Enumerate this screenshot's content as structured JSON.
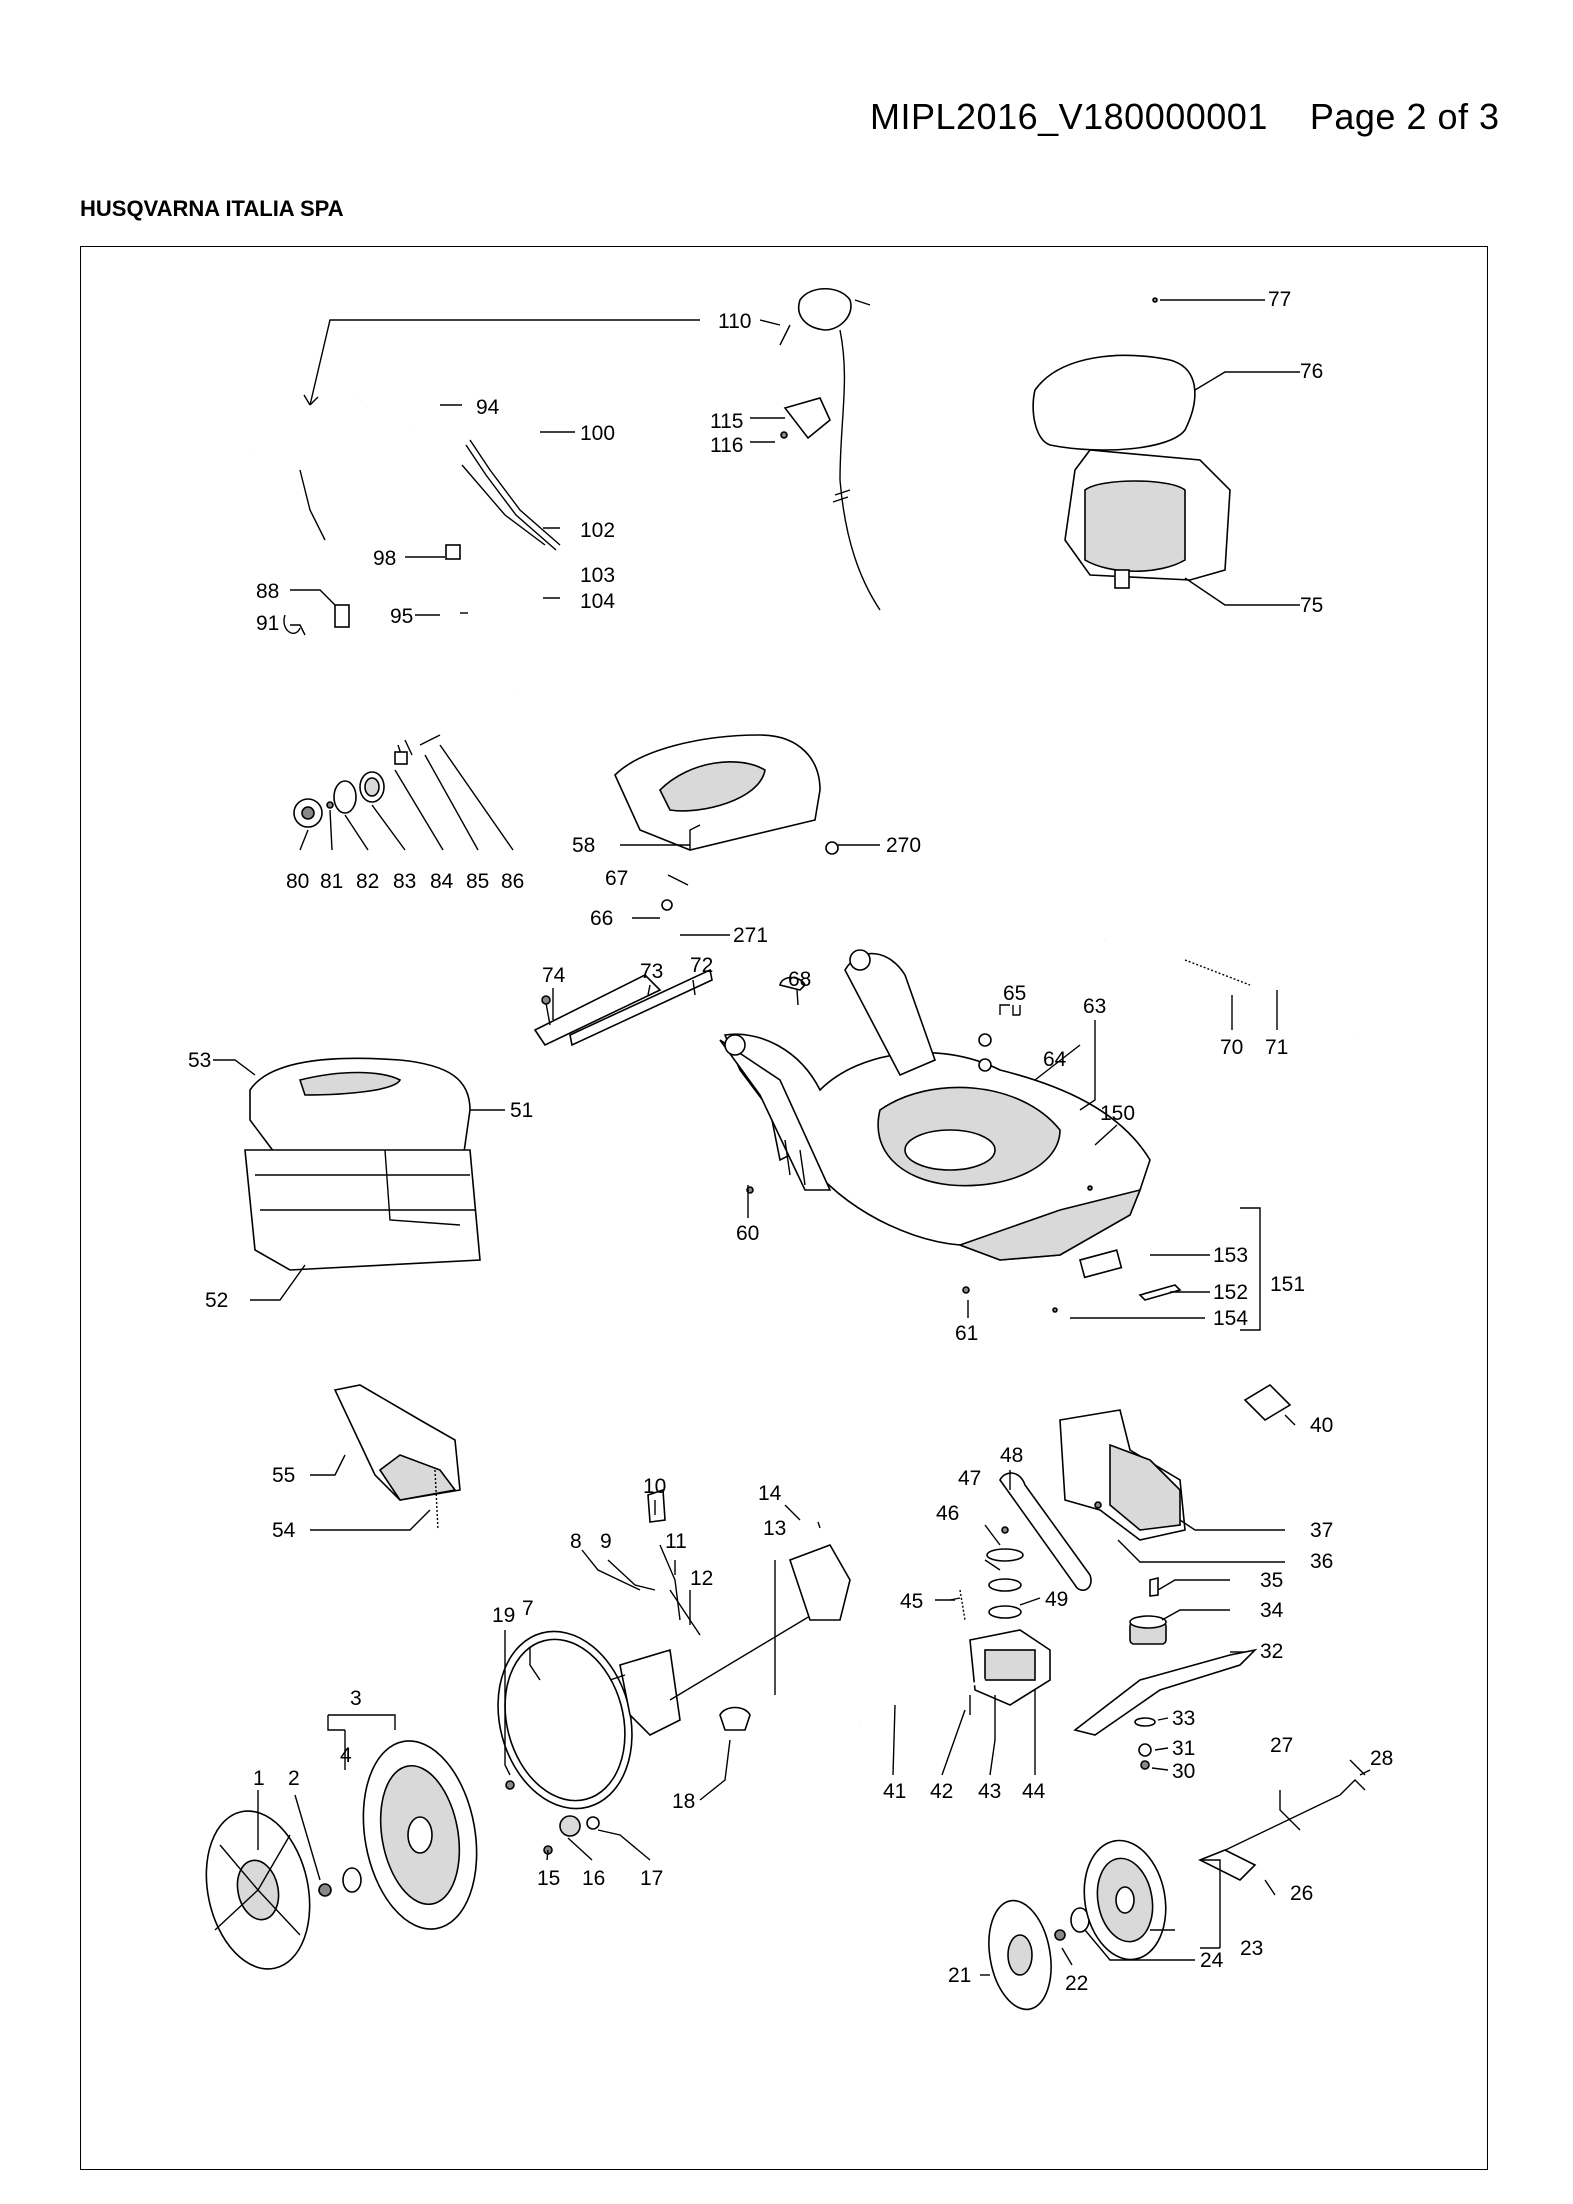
{
  "header": {
    "document_id": "MIPL2016_V180000001",
    "page_label": "Page 2 of 3",
    "company": "HUSQVARNA ITALIA SPA"
  },
  "callouts": [
    "110",
    "77",
    "76",
    "75",
    "94",
    "100",
    "115",
    "116",
    "102",
    "103",
    "104",
    "98",
    "95",
    "88",
    "91",
    "80",
    "81",
    "82",
    "83",
    "84",
    "85",
    "86",
    "58",
    "270",
    "67",
    "66",
    "271",
    "74",
    "73",
    "72",
    "68",
    "65",
    "63",
    "64",
    "150",
    "70",
    "71",
    "53",
    "51",
    "52",
    "60",
    "153",
    "152",
    "154",
    "151",
    "61",
    "40",
    "55",
    "54",
    "10",
    "9",
    "11",
    "8",
    "12",
    "14",
    "13",
    "48",
    "47",
    "46",
    "45",
    "49",
    "37",
    "36",
    "35",
    "34",
    "32",
    "19",
    "7",
    "3",
    "4",
    "1",
    "2",
    "15",
    "16",
    "17",
    "18",
    "41",
    "42",
    "43",
    "44",
    "33",
    "31",
    "30",
    "27",
    "28",
    "26",
    "21",
    "22",
    "24",
    "23"
  ]
}
